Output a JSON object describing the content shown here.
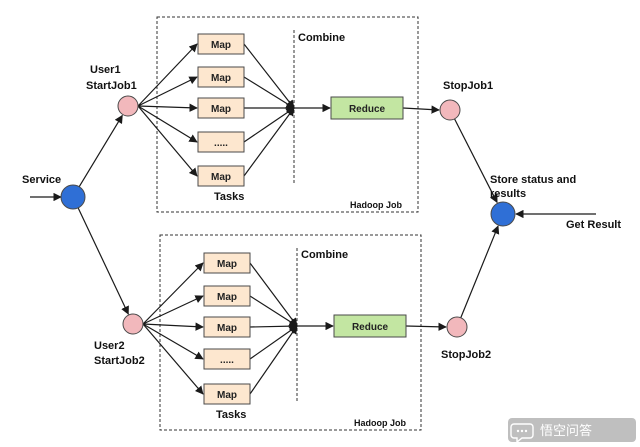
{
  "colors": {
    "map_fill": "#fde7cf",
    "map_stroke": "#4a4a4a",
    "reduce_fill": "#c3e6a2",
    "reduce_stroke": "#4a4a4a",
    "user_node": "#f2b8bc",
    "service_node": "#2f6fd6",
    "line": "#1a1a1a"
  },
  "nodes": {
    "service": "Service",
    "user1_name": "User1",
    "user1_job": "StartJob1",
    "user2_name": "User2",
    "user2_job": "StartJob2",
    "stop1": "StopJob1",
    "stop2": "StopJob2",
    "store_line1": "Store status and",
    "store_line2": "results",
    "get_result": "Get Result"
  },
  "job1": {
    "maps": [
      "Map",
      "Map",
      "Map",
      ".....",
      "Map"
    ],
    "tasks": "Tasks",
    "combine": "Combine",
    "reduce": "Reduce",
    "job_label": "Hadoop Job"
  },
  "job2": {
    "maps": [
      "Map",
      "Map",
      "Map",
      ".....",
      "Map"
    ],
    "tasks": "Tasks",
    "combine": "Combine",
    "reduce": "Reduce",
    "job_label": "Hadoop Job"
  },
  "watermark": {
    "icon": "chat-bubble-icon",
    "text": "悟空问答"
  }
}
